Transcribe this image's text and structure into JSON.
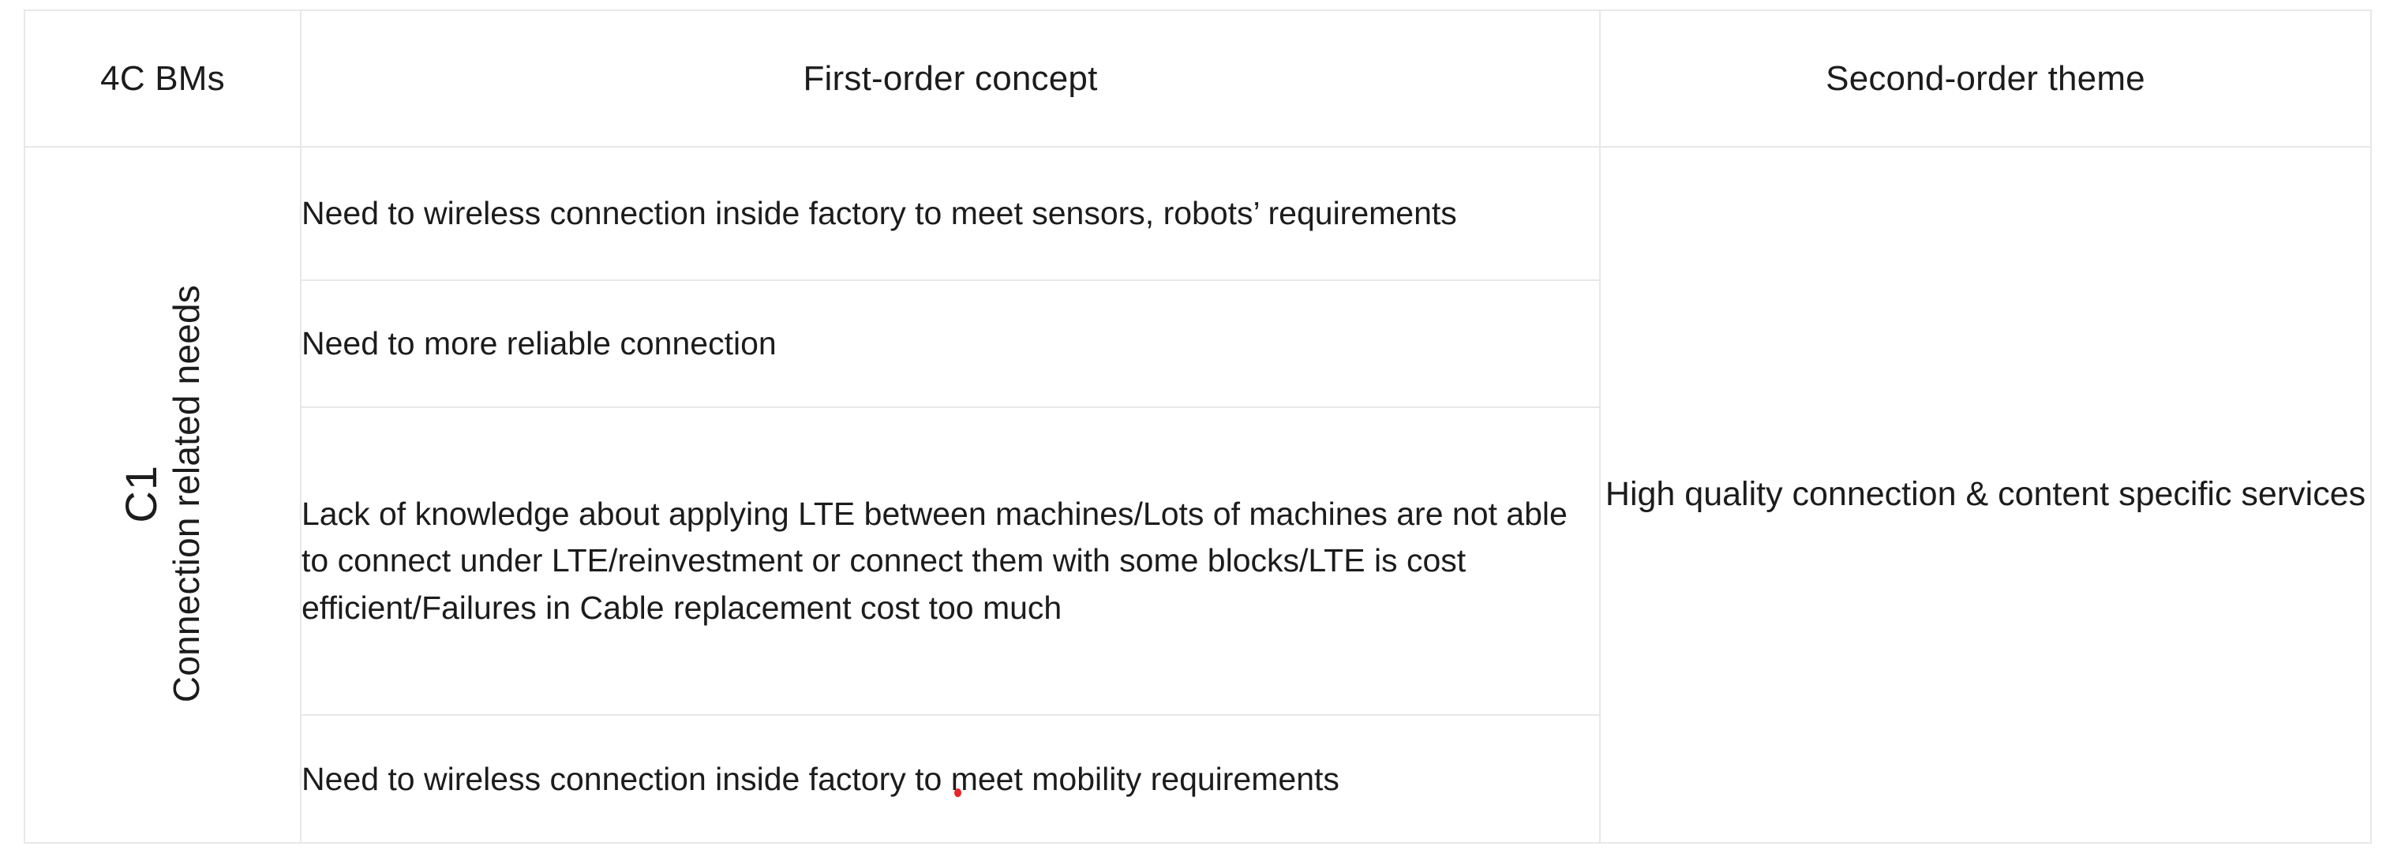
{
  "table": {
    "headers": {
      "col1": "4C BMs",
      "col2": "First-order concept",
      "col3": "Second-order theme"
    },
    "bm_group": {
      "code": "C1",
      "label": "Connection related needs"
    },
    "first_order_concepts": [
      "Need to wireless connection inside factory to meet sensors, robots’ requirements",
      "Need to more reliable connection",
      "Lack of knowledge about applying LTE between machines/Lots of machines are not able to connect under LTE/reinvestment or connect them with some blocks/LTE is cost efficient/Failures in Cable replacement cost too much",
      "Need to wireless connection inside factory to meet mobility requirements"
    ],
    "second_order_theme": "High quality connection & content specific services"
  },
  "colors": {
    "border": "#e8e8e8",
    "text": "#1c1c1c",
    "background": "#ffffff",
    "annotation_mark": "#e8252a"
  }
}
